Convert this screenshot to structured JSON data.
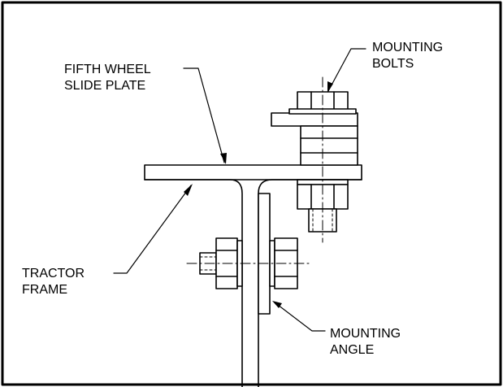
{
  "labels": {
    "slide_plate": {
      "line1": "FIFTH WHEEL",
      "line2": "SLIDE PLATE"
    },
    "mounting_bolts": {
      "line1": "MOUNTING",
      "line2": "BOLTS"
    },
    "tractor_frame": {
      "line1": "TRACTOR",
      "line2": "FRAME"
    },
    "mounting_angle": {
      "line1": "MOUNTING",
      "line2": "ANGLE"
    }
  },
  "colors": {
    "line": "#000000",
    "background": "#ffffff"
  }
}
